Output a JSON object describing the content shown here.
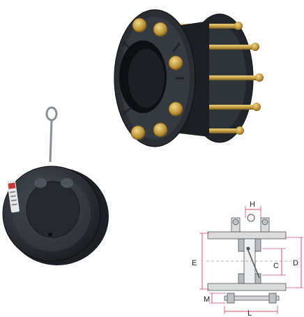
{
  "dimension_labels": {
    "H": "H",
    "E": "E",
    "C": "C",
    "D": "D",
    "M": "M",
    "L": "L"
  },
  "colors": {
    "pvc_body": "#2e3238",
    "pvc_dark": "#15181c",
    "brass": "#c9a24a",
    "brass_dark": "#8a6a22",
    "dimension_line": "#d2506e",
    "drawing_line": "#555555"
  },
  "icons": {
    "flange_assembly": "flanged-check-valve-icon",
    "wafer_valve": "wafer-check-valve-icon",
    "diagram": "dimension-drawing-icon"
  }
}
